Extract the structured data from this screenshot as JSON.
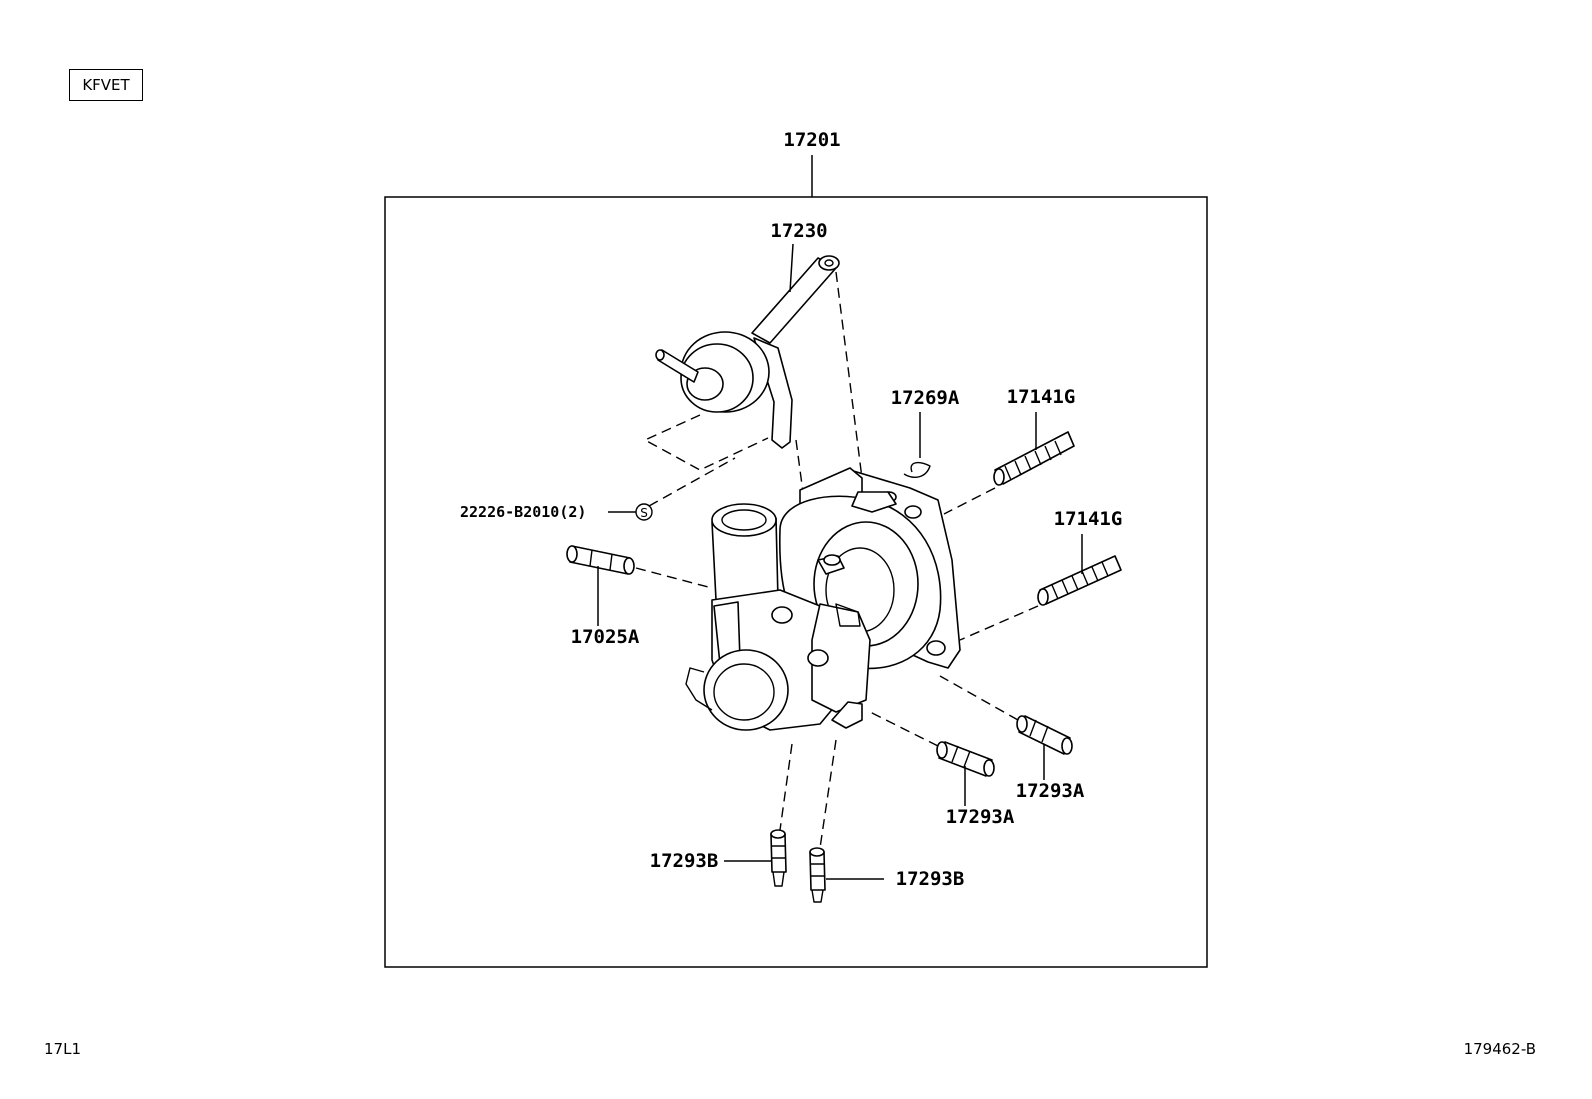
{
  "engine_tag": "KFVET",
  "corner_left": "17L1",
  "corner_right": "179462-B",
  "parts": {
    "assembly": "17201",
    "actuator": "17230",
    "clip": "17269A",
    "stud_top_right": "17141G",
    "stud_mid_right": "17141G",
    "bolt_label": "22226-B2010(2)",
    "bolt_symbol": "S",
    "stud_left": "17025A",
    "stud_lower_mid": "17293A",
    "stud_lower_right": "17293A",
    "stud_bottom_left": "17293B",
    "stud_bottom_right": "17293B"
  }
}
